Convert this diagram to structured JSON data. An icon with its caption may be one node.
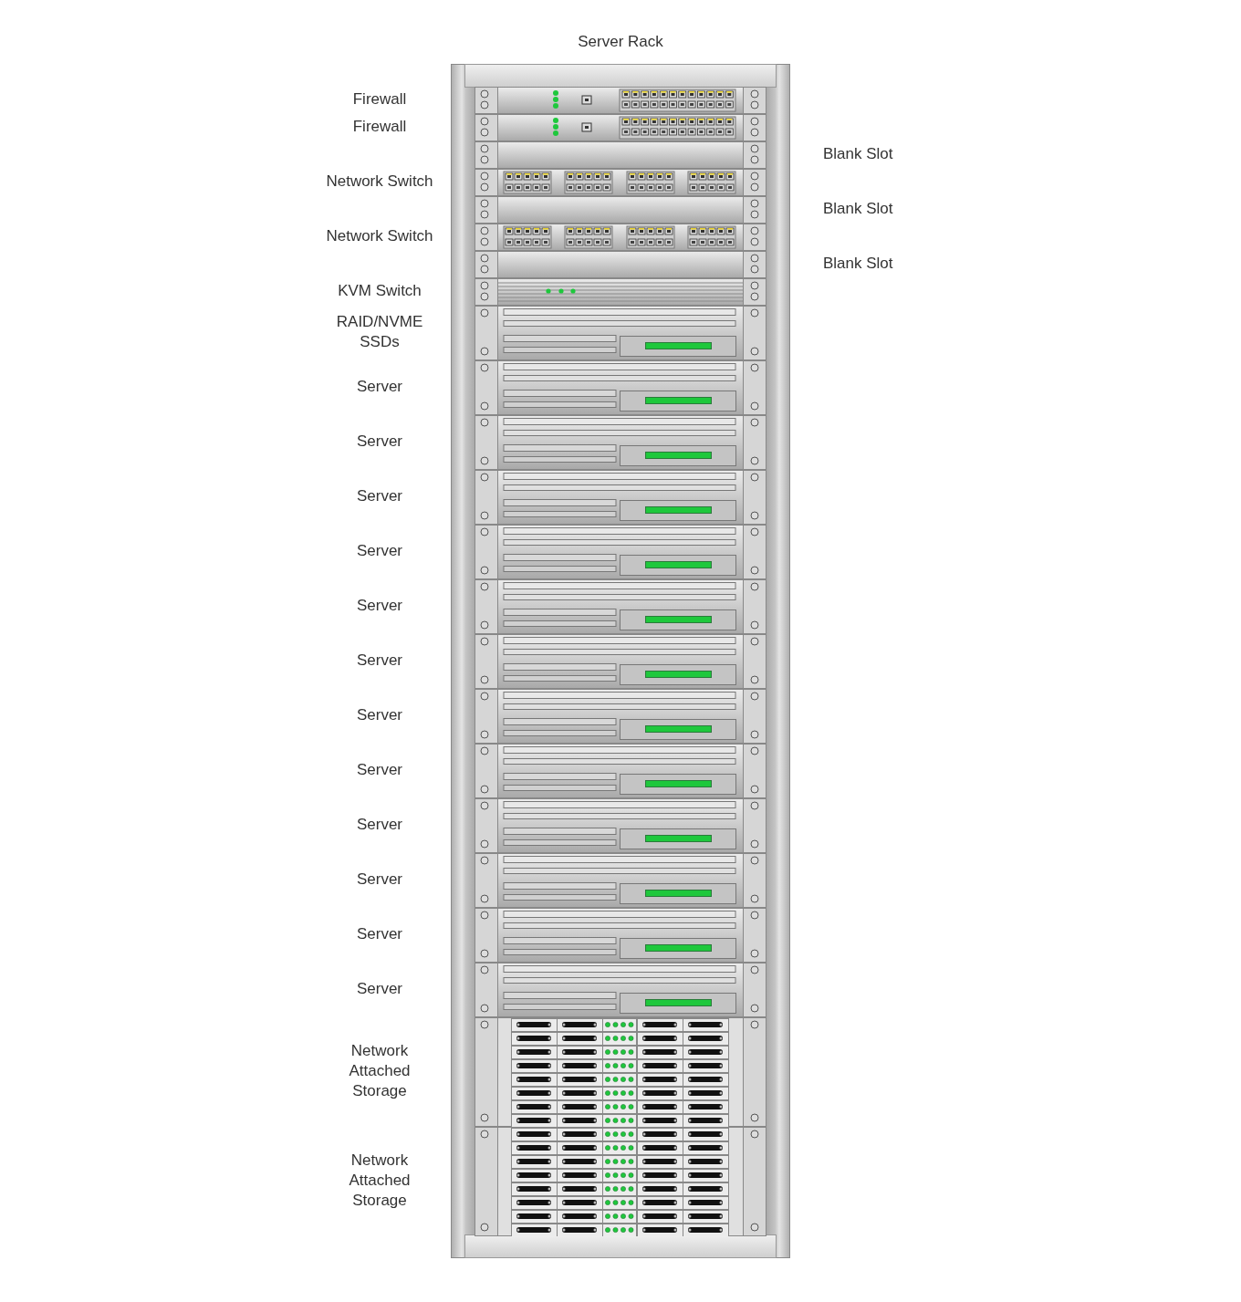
{
  "diagram": {
    "nodes": [
      {
        "text": [
          "Server Rack"
        ]
      },
      {
        "text": [],
        "shape": "box",
        "in": 0
      },
      {
        "text": [],
        "shape": "box",
        "in": 0
      },
      {
        "text": [],
        "shape": "box",
        "in": 0
      },
      {
        "text": [],
        "shape": "box",
        "in": 0
      },
      {
        "text": [],
        "shape": "box",
        "in": 0
      },
      {
        "text": [],
        "shape": "box",
        "in": 0
      },
      {
        "text": [],
        "shape": "box",
        "in": 0
      },
      {
        "text": [],
        "shape": "box",
        "in": 0
      },
      {
        "text": [],
        "shape": "box",
        "in": 0
      },
      {
        "text": [],
        "shape": "box",
        "in": 0
      },
      {
        "text": [],
        "shape": "box",
        "in": 0
      },
      {
        "text": [],
        "shape": "box",
        "in": 0
      },
      {
        "text": [],
        "shape": "box",
        "in": 0
      },
      {
        "text": [],
        "shape": "box",
        "in": 0
      },
      {
        "text": [],
        "shape": "box",
        "in": 0
      },
      {
        "text": [],
        "shape": "box",
        "in": 0
      },
      {
        "text": [],
        "shape": "box",
        "in": 0
      },
      {
        "text": [],
        "shape": "box",
        "in": 0
      },
      {
        "text": [],
        "shape": "box",
        "in": 0
      },
      {
        "text": [],
        "shape": "box",
        "in": 0
      },
      {
        "text": [],
        "shape": "box",
        "in": 0
      },
      {
        "text": [],
        "shape": "box",
        "in": 0
      },
      {
        "text": [],
        "shape": "box",
        "in": 0
      }
    ],
    "labels": [
      "Firewall",
      "Firewall",
      "Blank Slot",
      "Network Switch",
      "Blank Slot",
      "Network Switch",
      "Blank Slot",
      "KVM Switch",
      "RAID/NVME SSDs",
      "Server",
      "Server",
      "Server",
      "Server",
      "Server",
      "Server",
      "Server",
      "Server",
      "Server",
      "Server",
      "Server",
      "Server",
      "Network Attached Storage",
      "Network Attached Storage"
    ]
  }
}
